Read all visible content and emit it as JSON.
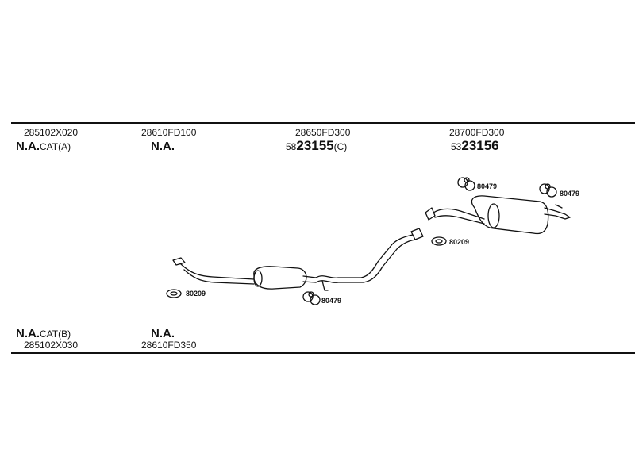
{
  "top": {
    "col1": {
      "part": "285102X020",
      "na": "N.A.",
      "suffix": "CAT(A)"
    },
    "col2": {
      "part": "28610FD100",
      "na": "N.A."
    },
    "col3": {
      "part": "28650FD300",
      "prefix": "58",
      "number": "23155",
      "suffix": "(C)"
    },
    "col4": {
      "part": "28700FD300",
      "prefix": "53",
      "number": "23156"
    }
  },
  "bottom": {
    "col1": {
      "part": "285102X030",
      "na": "N.A.",
      "suffix": "CAT(B)"
    },
    "col2": {
      "part": "28610FD350",
      "na": "N.A."
    }
  },
  "callouts": {
    "hanger_rear_left": "80479",
    "hanger_rear_right": "80479",
    "gasket_mid": "80209",
    "gasket_front": "80209",
    "hanger_mid": "80479"
  },
  "colors": {
    "line": "#111111",
    "background": "#ffffff"
  }
}
